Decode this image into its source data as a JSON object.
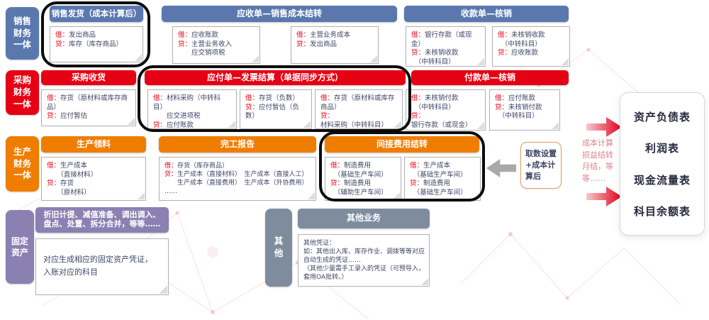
{
  "palette": {
    "sales_blue": "#5a78ae",
    "purchase_red": "#e60013",
    "production_orange": "#ef7d00",
    "fixed_purple": "#8a80b2",
    "other_gray": "#7e8c9e",
    "debit_credit_red": "#e60012"
  },
  "rows": [
    {
      "label": "销售\n财务\n一体",
      "sections": [
        {
          "title": "销售发货（成本计算后）",
          "notes": [
            "借：发出商品\n贷：库存（库存商品）"
          ]
        },
        {
          "title": "应收单—销售成本结转",
          "notes": [
            "借：应收账款\n贷：主营业务收入\n　　应交销项税",
            "借：主营业务成本\n贷：发出商品"
          ]
        },
        {
          "title": "收款单—核销",
          "notes": [
            "借：银行存款（或现金）\n贷：未核销收款\n　（中转科目）",
            "借：未核销收款\n　（中转科目）\n贷：应收账款"
          ]
        }
      ]
    },
    {
      "label": "采购\n财务\n一体",
      "sections": [
        {
          "title": "采购收货",
          "notes": [
            "借：存货（原材料或库存商品）\n贷：应付暂估"
          ]
        },
        {
          "title": "应付单—发票结算（单据同步方式）",
          "notes": [
            "借：材料采购（中转科目）\n　　应交进项税\n贷：应付账款",
            "借：存货（负数）\n贷：应付暂估（负数）",
            "借：存货（原材料或库存商品）\n贷：材料采购（中转科目）"
          ]
        },
        {
          "title": "付款单—核销",
          "notes": [
            "借：未核销付款\n　（中转科目）\n贷：银行存款（或现金）",
            "借：应付账款\n贷：未核销付款\n　（中转科目）"
          ]
        }
      ]
    },
    {
      "label": "生产\n财务\n一体",
      "sections": [
        {
          "title": "生产领料",
          "notes": [
            "借：生产成本\n　　（直接材料）\n贷：存货\n　　（原材料）"
          ]
        },
        {
          "title": "完工报告",
          "notes": [
            "借：存货（库存商品）\n贷：生产成本（直接材料）　生产成本（直接人工）\n　　生产成本（直接费用）　生产成本（外协费用）\n……"
          ]
        },
        {
          "title": "间接费用结转",
          "notes": [
            "借：制造费用\n　（基础生产车间）\n贷：制造费用\n　（辅助生产车间）",
            "借：生产成本\n　（基础生产车间）\n贷：制造费用\n　（基础生产车间）"
          ]
        }
      ]
    }
  ],
  "fixed_assets": {
    "label": "固定\n资产",
    "title": "折旧计提、减值准备、调出调入、\n盘点、处置、拆分合并，等等……",
    "note": "对应生成相应的固定资产凭证，\n入账对应的科目"
  },
  "other": {
    "label": "其\n他",
    "title": "其他业务",
    "note": "其他凭证：\n如：其他出入库、库存作业、调拨等等对应自动生成的凭证……\n（其他少量需手工录入的凭证（可预导入，套用OA批转。）"
  },
  "middle": {
    "box": "取数设置+成本计算后",
    "side_note": "成本计算\n损益结转\n月结，等\n等……"
  },
  "reports": {
    "items": [
      "资产负债表",
      "利润表",
      "现金流量表",
      "科目余额表"
    ]
  }
}
